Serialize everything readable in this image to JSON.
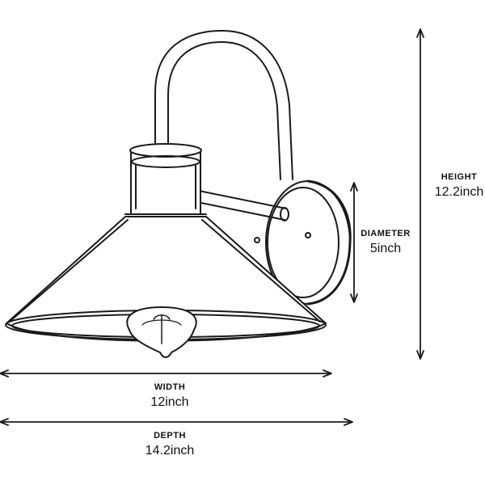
{
  "dimensions": {
    "height": {
      "name": "HEIGHT",
      "value": "12.2inch"
    },
    "diameter": {
      "name": "DIAMETER",
      "value": "5inch"
    },
    "width": {
      "name": "WIDTH",
      "value": "12inch"
    },
    "depth": {
      "name": "DEPTH",
      "value": "14.2inch"
    }
  },
  "colors": {
    "line": "#1a1a1a",
    "background": "#ffffff"
  }
}
